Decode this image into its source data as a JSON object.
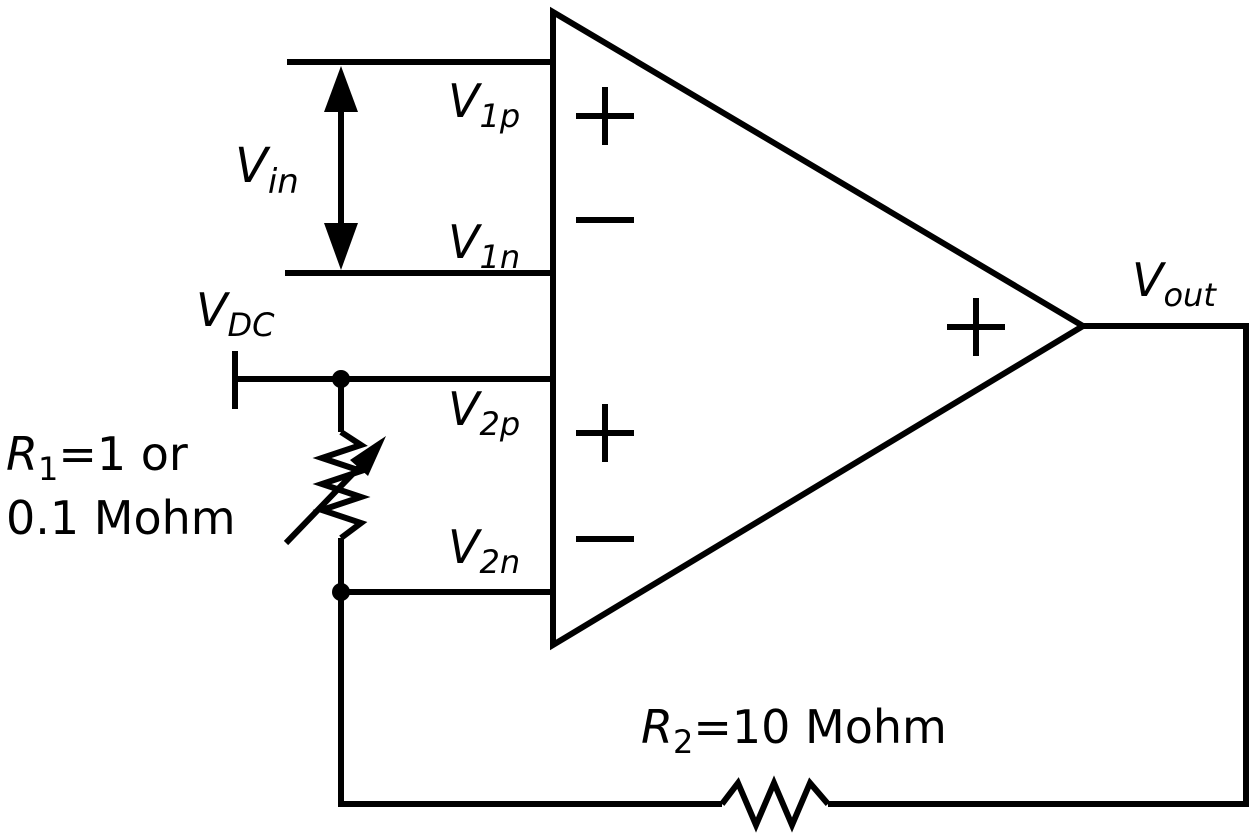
{
  "diagram": {
    "colors": {
      "stroke": "#000000",
      "background": "#ffffff"
    },
    "inputs": {
      "v1p": {
        "main": "V",
        "sub": "1p"
      },
      "v1n": {
        "main": "V",
        "sub": "1n"
      },
      "v2p": {
        "main": "V",
        "sub": "2p"
      },
      "v2n": {
        "main": "V",
        "sub": "2n"
      }
    },
    "vin": {
      "main": "V",
      "sub": "in"
    },
    "vdc": {
      "main": "V",
      "sub": "DC"
    },
    "vout": {
      "main": "V",
      "sub": "out"
    },
    "r1": {
      "main": "R",
      "sub": "1",
      "rest": "=1 or",
      "line2": "0.1 Mohm"
    },
    "r2": {
      "main": "R",
      "sub": "2",
      "rest": "=10 Mohm"
    },
    "polarity": {
      "plus": "+",
      "minus": "−"
    }
  }
}
